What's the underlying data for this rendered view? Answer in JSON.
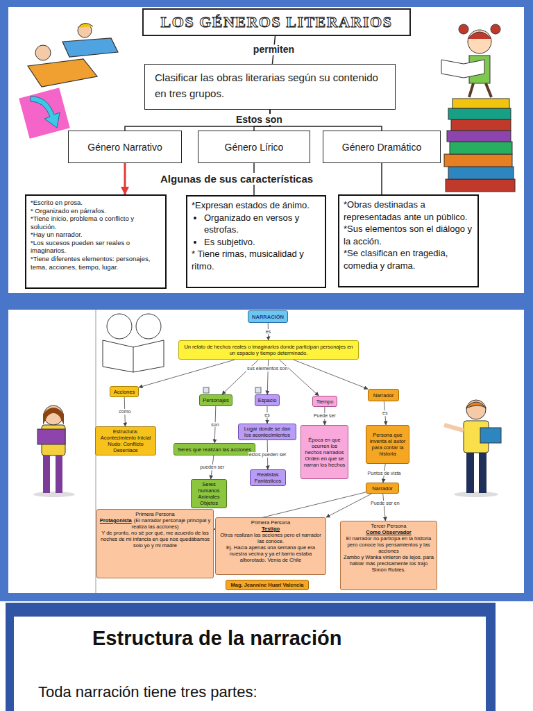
{
  "diagram": {
    "nodes": [
      {
        "text": [
          "LOS GÉNEROS LITERARIOS"
        ]
      },
      {
        "text": [
          "Clasificar las obras literarias según su contenido en tres grupos."
        ]
      },
      {
        "text": [
          "Género Narrativo"
        ]
      },
      {
        "text": [
          "Género Lírico"
        ]
      },
      {
        "text": [
          "Género Dramático"
        ]
      },
      {
        "text": [
          "*Escrito en prosa.",
          "* Organizado en párrafos.",
          "*Tiene inicio, problema o conflicto y solución.",
          "*Hay un narrador.",
          "*Los sucesos pueden ser reales o imaginarios.",
          "*Tiene diferentes elementos: personajes, tema, acciones, tiempo, lugar."
        ]
      },
      {
        "text": [
          "*Expresan estados de ánimo.",
          "Organizado en versos y estrofas.",
          "Es subjetivo.",
          "* Tiene rimas, musicalidad y ritmo."
        ]
      },
      {
        "text": [
          "*Obras destinadas a representadas ante un público.",
          "*Sus elementos son el diálogo y la acción.",
          "*Se clasifican en tragedia, comedia y drama."
        ]
      },
      {
        "text": [
          "NARRACIÓN"
        ]
      },
      {
        "text": [
          "Un relato de hechos reales o imaginarios donde participan personajes en un espacio y tiempo determinado."
        ]
      },
      {
        "text": [
          "Acciones"
        ]
      },
      {
        "text": [
          "Personajes"
        ]
      },
      {
        "text": [
          "Espacio"
        ]
      },
      {
        "text": [
          "Tiempo"
        ]
      },
      {
        "text": [
          "Narrador"
        ]
      },
      {
        "text": [
          "Estructura: Acontecimiento Inicial Nudo: Conflicto Desenlace"
        ]
      },
      {
        "text": [
          "Seres que realizan las acciones"
        ]
      },
      {
        "text": [
          "Lugar donde se dan los acontecimientos"
        ]
      },
      {
        "text": [
          "Época en que ocurren los hechos narrados Orden en que se narran los hechos"
        ]
      },
      {
        "text": [
          "Persona que inventa el autor para contar la historia"
        ]
      },
      {
        "text": [
          "Realistas Fantásticos"
        ]
      },
      {
        "text": [
          "Seres humanos Animales Objetos"
        ]
      },
      {
        "text": [
          "Narrador"
        ]
      },
      {
        "text": [
          "Primera Persona",
          "Protagonista",
          "(El narrador personaje principal y realiza las acciones)",
          "Y de pronto, no sé por qué, me acuerdo de las noches de mi infancia en que nos quedábamos solo yo y mi madre"
        ]
      },
      {
        "text": [
          "Primera Persona",
          "Testigo",
          "Otros realizan las acciones pero el narrador las conoce.",
          "Ej. Hacía apenas una semana que era nuestra vecina y ya el barrio estaba alborotado. Venía de Chile"
        ]
      },
      {
        "text": [
          "Tercer Persona",
          "Como Observador",
          "El narrador no participa en la historia pero conoce los pensamientos y las acciones",
          "Zambo y Wanka vinieron de lejos. para hablar más precisamente los trajo Simón Robles."
        ]
      },
      {
        "text": [
          "Mag. Jeannine Huari Valencia"
        ]
      }
    ],
    "edges": [
      {
        "from": 0,
        "to": 1,
        "label": "permiten",
        "arrow": "none"
      },
      {
        "from": 1,
        "to": 2,
        "arrow": "none"
      },
      {
        "from": 1,
        "to": 3,
        "arrow": "none"
      },
      {
        "from": 1,
        "to": 4,
        "arrow": "none"
      },
      {
        "from": 2,
        "to": 5,
        "arrow": "to"
      },
      {
        "from": 3,
        "to": 6,
        "arrow": "none"
      },
      {
        "from": 4,
        "to": 7,
        "arrow": "none"
      },
      {
        "from": 8,
        "to": 9,
        "label": "es",
        "arrow": "to"
      },
      {
        "from": 9,
        "to": 10,
        "arrow": "to"
      },
      {
        "from": 9,
        "to": 11,
        "arrow": "to"
      },
      {
        "from": 9,
        "to": 12,
        "arrow": "to"
      },
      {
        "from": 9,
        "to": 13,
        "arrow": "to"
      },
      {
        "from": 9,
        "to": 14,
        "arrow": "to"
      },
      {
        "from": 10,
        "to": 15,
        "label": "como",
        "arrow": "to"
      },
      {
        "from": 11,
        "to": 16,
        "label": "son",
        "arrow": "to"
      },
      {
        "from": 12,
        "to": 17,
        "label": "es",
        "arrow": "to"
      },
      {
        "from": 13,
        "to": 18,
        "label": "Puede ser",
        "arrow": "to"
      },
      {
        "from": 14,
        "to": 19,
        "label": "es",
        "arrow": "to"
      },
      {
        "from": 16,
        "to": 21,
        "label": "pueden ser",
        "arrow": "to"
      },
      {
        "from": 17,
        "to": 20,
        "label": "estos pueden ser",
        "arrow": "to"
      },
      {
        "from": 19,
        "to": 22,
        "label": "Puntos de vista",
        "arrow": "to"
      },
      {
        "from": 22,
        "to": 23,
        "arrow": "to"
      },
      {
        "from": 22,
        "to": 24,
        "arrow": "to"
      },
      {
        "from": 22,
        "to": 25,
        "arrow": "to"
      }
    ],
    "labels": [
      "Estos son",
      "Algunas de sus características",
      "sus elementos son",
      "Puede ser en",
      "Estructura de la narración",
      "Toda narración tiene tres partes:"
    ]
  }
}
